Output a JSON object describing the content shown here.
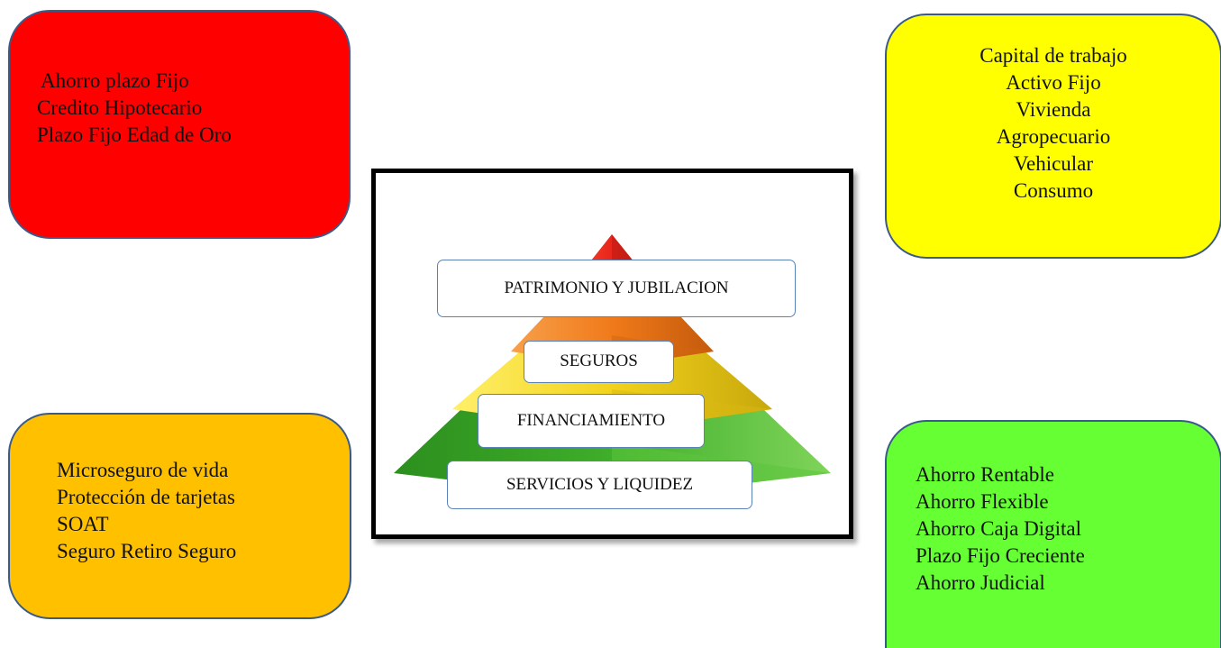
{
  "cards": {
    "top_left": {
      "color": "#ff0000",
      "items": [
        "Ahorro plazo Fijo",
        "Credito Hipotecario",
        "Plazo Fijo Edad de Oro"
      ]
    },
    "top_right": {
      "color": "#ffff00",
      "items": [
        "Capital de trabajo",
        "Activo Fijo",
        "Vivienda",
        "Agropecuario",
        "Vehicular",
        "Consumo"
      ]
    },
    "bottom_left": {
      "color": "#ffc000",
      "items": [
        "Microseguro de vida",
        "Protección de tarjetas",
        "SOAT",
        "Seguro Retiro Seguro"
      ]
    },
    "bottom_right": {
      "color": "#66ff33",
      "items": [
        "Ahorro Rentable",
        "Ahorro Flexible",
        "Ahorro Caja Digital",
        "Plazo Fijo Creciente",
        "Ahorro Judicial"
      ]
    }
  },
  "pyramid": {
    "levels": {
      "top": "PATRIMONIO Y JUBILACION",
      "second": "SEGUROS",
      "third": "FINANCIAMIENTO",
      "base": "SERVICIOS Y LIQUIDEZ"
    },
    "colors": {
      "top": "#e8261c",
      "second": "#f07a1a",
      "third": "#f2d21c",
      "base": "#3fae2a"
    }
  }
}
